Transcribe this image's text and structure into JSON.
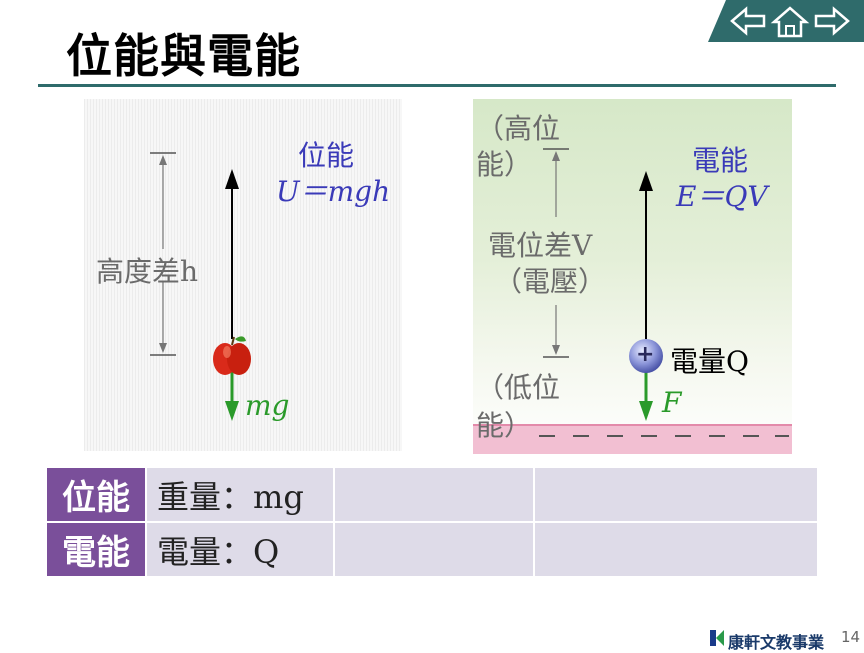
{
  "title": "位能與電能",
  "nav": {
    "back": "back-arrow-icon",
    "home": "home-icon",
    "forward": "forward-arrow-icon"
  },
  "left": {
    "label_title": "位能",
    "label_formula": "U＝mgh",
    "height_label": "高度差h",
    "force_label": "mg"
  },
  "right": {
    "label_title": "電能",
    "label_formula": "E＝QV",
    "high_label": "（高位能）",
    "potential_label_1": "電位差V",
    "potential_label_2": "（電壓）",
    "low_label": "（低位能）",
    "charge_label": "電量Q",
    "force_label": "F",
    "charge_sign": "+"
  },
  "table": {
    "rows": [
      {
        "head": "位能",
        "cell": "重量：mg"
      },
      {
        "head": "電能",
        "cell": "電量：Q"
      }
    ]
  },
  "footer": {
    "publisher": "康軒文教事業",
    "page": "14"
  },
  "colors": {
    "accent": "#2f6b6b",
    "table_head": "#7a4f9a",
    "table_cell": "#dedbe8",
    "green": "#2a9a2a",
    "blue": "#3a3ab8"
  }
}
